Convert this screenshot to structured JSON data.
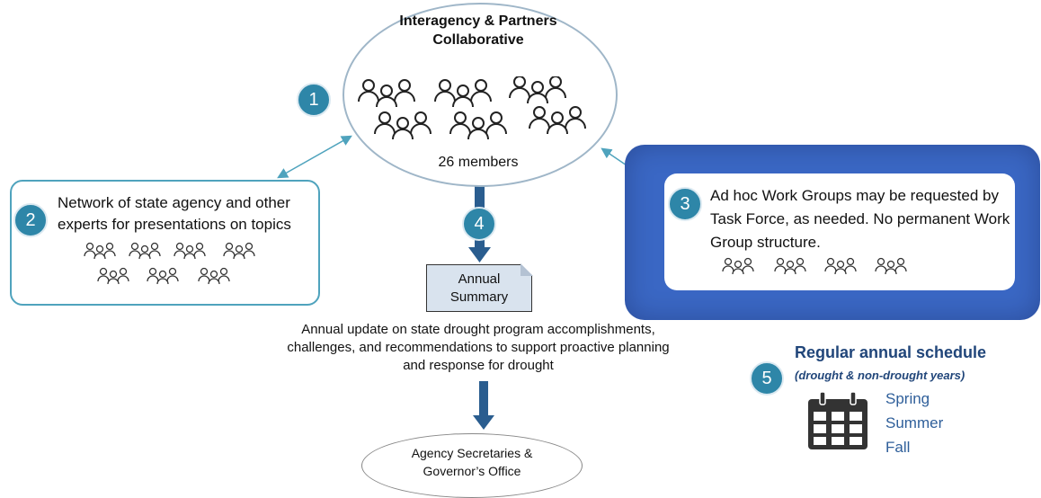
{
  "collaborative": {
    "title_line1": "Interagency & Partners",
    "title_line2": "Collaborative",
    "members": "26 members",
    "badge": "1"
  },
  "network": {
    "badge": "2",
    "text": "Network of state agency and other experts for presentations on topics"
  },
  "work_groups": {
    "badge": "3",
    "text": "Ad hoc Work Groups may be requested by Task Force, as needed. No permanent Work Group structure."
  },
  "summary": {
    "badge": "4",
    "doc_line1": "Annual",
    "doc_line2": "Summary",
    "update_text": "Annual update on state drought program accomplishments, challenges, and recommendations to support proactive planning and response for drought"
  },
  "agency": {
    "line1": "Agency Secretaries &",
    "line2": "Governor’s Office"
  },
  "schedule": {
    "badge": "5",
    "title": "Regular annual schedule",
    "subtitle": "(drought & non-drought years)",
    "seasons": [
      "Spring",
      "Summer",
      "Fall"
    ]
  },
  "colors": {
    "badge": "#2e86a8",
    "panel": "#3a67c4",
    "arrow": "#2a5d8f",
    "schedule_text": "#21467a"
  },
  "icons": {
    "people": "people-group-icon",
    "calendar": "calendar-icon"
  }
}
